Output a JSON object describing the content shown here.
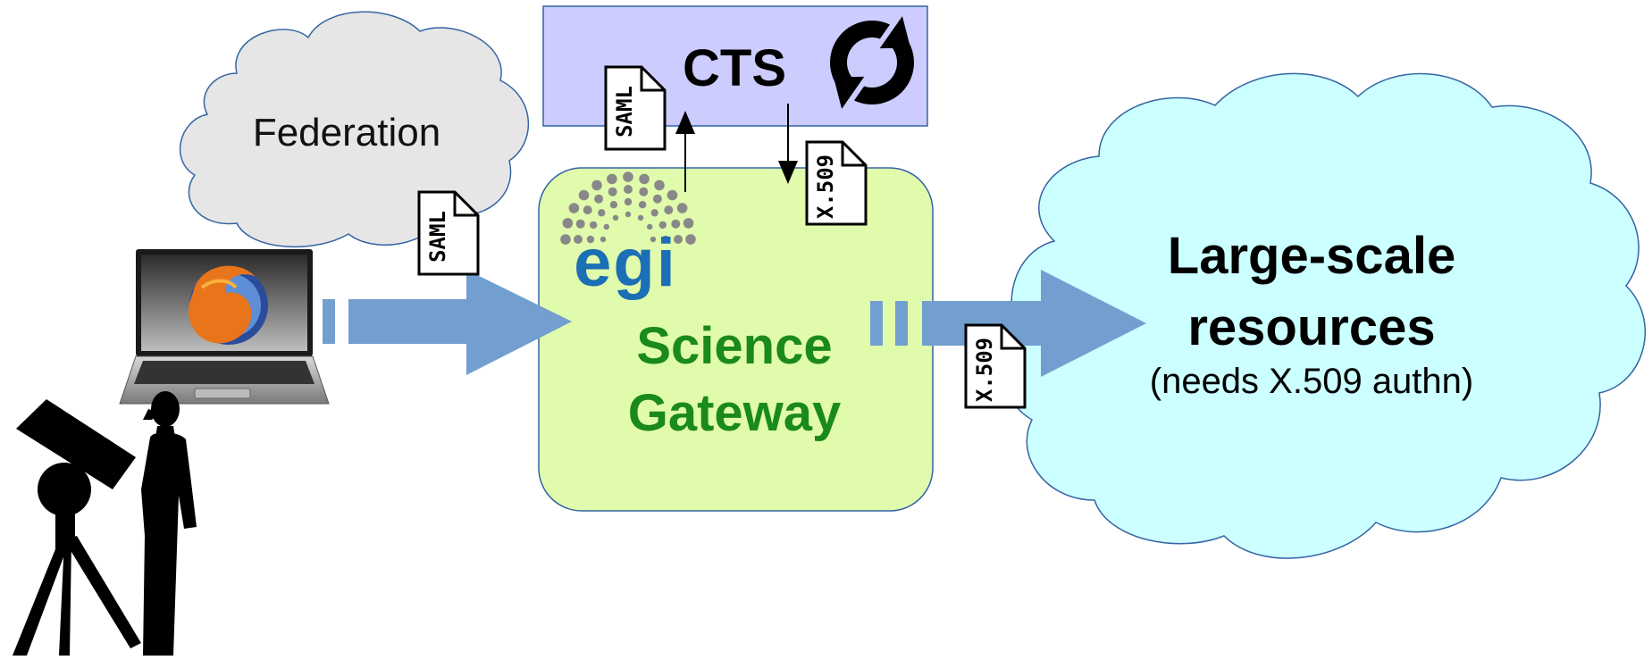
{
  "federation": {
    "label": "Federation"
  },
  "cts": {
    "label": "CTS"
  },
  "gateway": {
    "line1": "Science",
    "line2": "Gateway",
    "logo_text": "egi"
  },
  "resources": {
    "line1": "Large-scale",
    "line2": "resources",
    "note": "(needs X.509 authn)"
  },
  "tokens": {
    "saml": "SAML",
    "x509": "X.509"
  },
  "colors": {
    "federation_cloud": "#e6e6e6",
    "cts_box": "#ccccff",
    "gateway_box": "#e1fbac",
    "gateway_text": "#1a8a1a",
    "resources_cloud": "#ccffff",
    "arrow": "#729fcf",
    "egi_blue": "#1a6fb5"
  },
  "icons": [
    "user-at-telescope-icon",
    "laptop-icon",
    "browser-logo-icon",
    "refresh-icon",
    "egi-logo-icon",
    "document-icon"
  ]
}
